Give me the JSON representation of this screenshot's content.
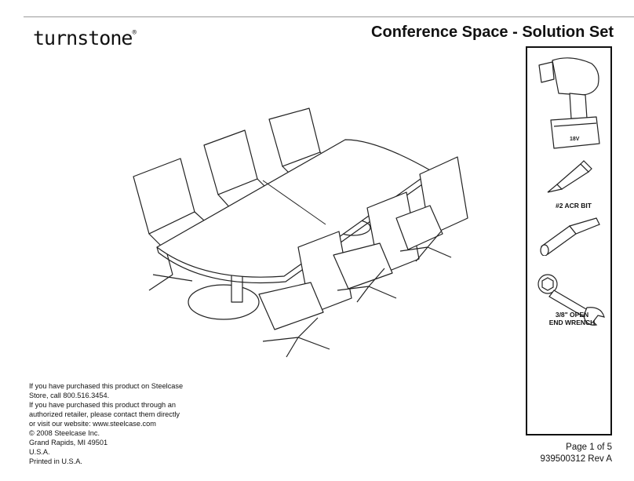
{
  "header": {
    "brand": "turnstone",
    "brand_mark": "®",
    "title": "Conference Space - Solution Set"
  },
  "tools": {
    "drill_badge": "18V",
    "acr_bit_label": "#2 ACR BIT",
    "wrench_label_line1": "3/8\" OPEN",
    "wrench_label_line2": "END WRENCH"
  },
  "footer": {
    "lines": [
      "If you have purchased this product on Steelcase",
      "Store, call 800.516.3454.",
      "If you have purchased this product through an",
      "authorized retailer, please contact them directly",
      "or visit our website: www.steelcase.com",
      "© 2008 Steelcase Inc.",
      "Grand Rapids, MI 49501",
      "U.S.A.",
      "Printed in U.S.A."
    ]
  },
  "page": {
    "page_of": "Page 1 of 5",
    "doc_number": "939500312 Rev A"
  }
}
